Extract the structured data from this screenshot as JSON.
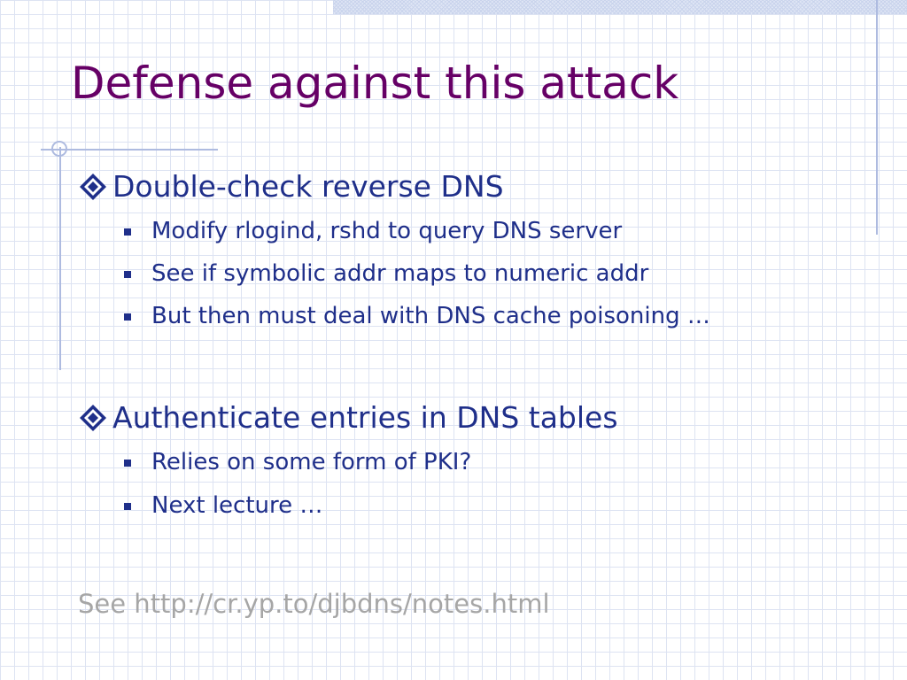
{
  "slide": {
    "title": "Defense against this attack",
    "bullets": [
      {
        "text": "Double-check reverse DNS",
        "subitems": [
          "Modify rlogind, rshd to query DNS server",
          "See if symbolic addr maps to numeric addr",
          "But then must deal with DNS cache poisoning …"
        ]
      },
      {
        "text": "Authenticate entries in DNS tables",
        "subitems": [
          "Relies on some form of PKI?",
          "Next lecture …"
        ]
      }
    ],
    "footer": "See http://cr.yp.to/djbdns/notes.html"
  },
  "colors": {
    "title": "#660066",
    "body": "#1f2f8a",
    "footer": "#a6a6a6",
    "grid": "#dde3f2",
    "accent_rule": "#aebbe0"
  },
  "icons": {
    "level1_bullet": "diamond-bullet-icon",
    "level2_bullet": "square-bullet-icon"
  }
}
